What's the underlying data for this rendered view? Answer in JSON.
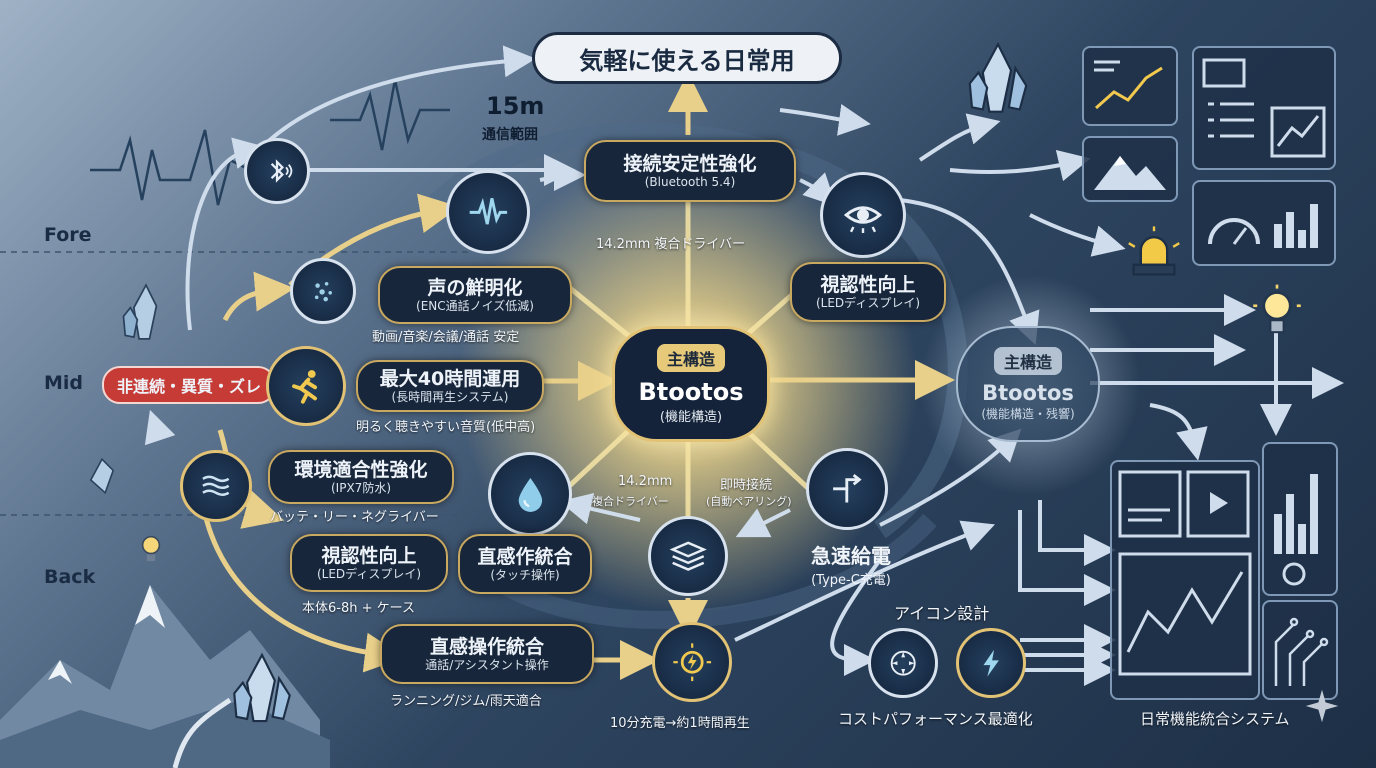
{
  "top": {
    "title": "気軽に使える日常用"
  },
  "range": {
    "value": "15m",
    "label": "通信範囲"
  },
  "layers": {
    "fore": "Fore",
    "mid": "Mid",
    "back": "Back"
  },
  "problem": {
    "label": "非連続・異質・ズレ"
  },
  "nodes": {
    "bt": {
      "title": "接続安定性強化",
      "sub": "(Bluetooth 5.4)"
    },
    "voice": {
      "title": "声の鮮明化",
      "sub": "(ENC通話ノイズ低減)"
    },
    "battery": {
      "title": "最大40時間運用",
      "sub": "(長時間再生システム)"
    },
    "env": {
      "title": "環境適合性強化",
      "sub": "(IPX7防水)"
    },
    "visL": {
      "title": "視認性向上",
      "sub": "(LEDディスプレイ)"
    },
    "intuL": {
      "title": "直感作統合",
      "sub": "(タッチ操作)"
    },
    "intuB": {
      "title": "直感操作統合",
      "sub": "通話/アシスタント操作"
    },
    "visR": {
      "title": "視認性向上",
      "sub": "(LEDディスプレイ)"
    },
    "charge": {
      "title": "急速給電",
      "sub": "(Type-C充電)"
    }
  },
  "labels": {
    "driver_top": "14.2mm 複合ドライバー",
    "use_cases": "動画/音楽/会議/通話 安定",
    "sound": "明るく聴きやすい音質(低中高)",
    "battery_driver": "バッテ・リー・ネグライバー",
    "case": "本体6-8h + ケース",
    "sports": "ランニング/ジム/雨天適合",
    "quick_charge": "10分充電→約1時間再生",
    "driver_mid_1": "14.2mm",
    "driver_mid_2": "複合ドライバー",
    "pair_1": "即時接続",
    "pair_2": "(自動ペアリング)",
    "icon_design": "アイコン設計",
    "cost": "コストパフォーマンス最適化",
    "system": "日常機能統合システム"
  },
  "core": {
    "badge": "主構造",
    "name": "Btootos",
    "sub": "(機能構造)"
  },
  "core2": {
    "badge": "主構造",
    "name": "Btootos",
    "sub": "(機能構造・残響)"
  },
  "colors": {
    "gold": "#e2c275",
    "navy": "#17263a",
    "red": "#c63b36",
    "steel": "#7e98b5"
  },
  "icons": [
    "bluetooth-icon",
    "waveform-icon",
    "particles-icon",
    "running-icon",
    "wave-lines-icon",
    "eye-icon",
    "water-drop-icon",
    "layers-icon",
    "lightning-icon",
    "connector-icon",
    "compass-icon",
    "bolt-icon",
    "lightbulb-icon",
    "alarm-light-icon",
    "crystal-icon",
    "mountain-icon"
  ]
}
